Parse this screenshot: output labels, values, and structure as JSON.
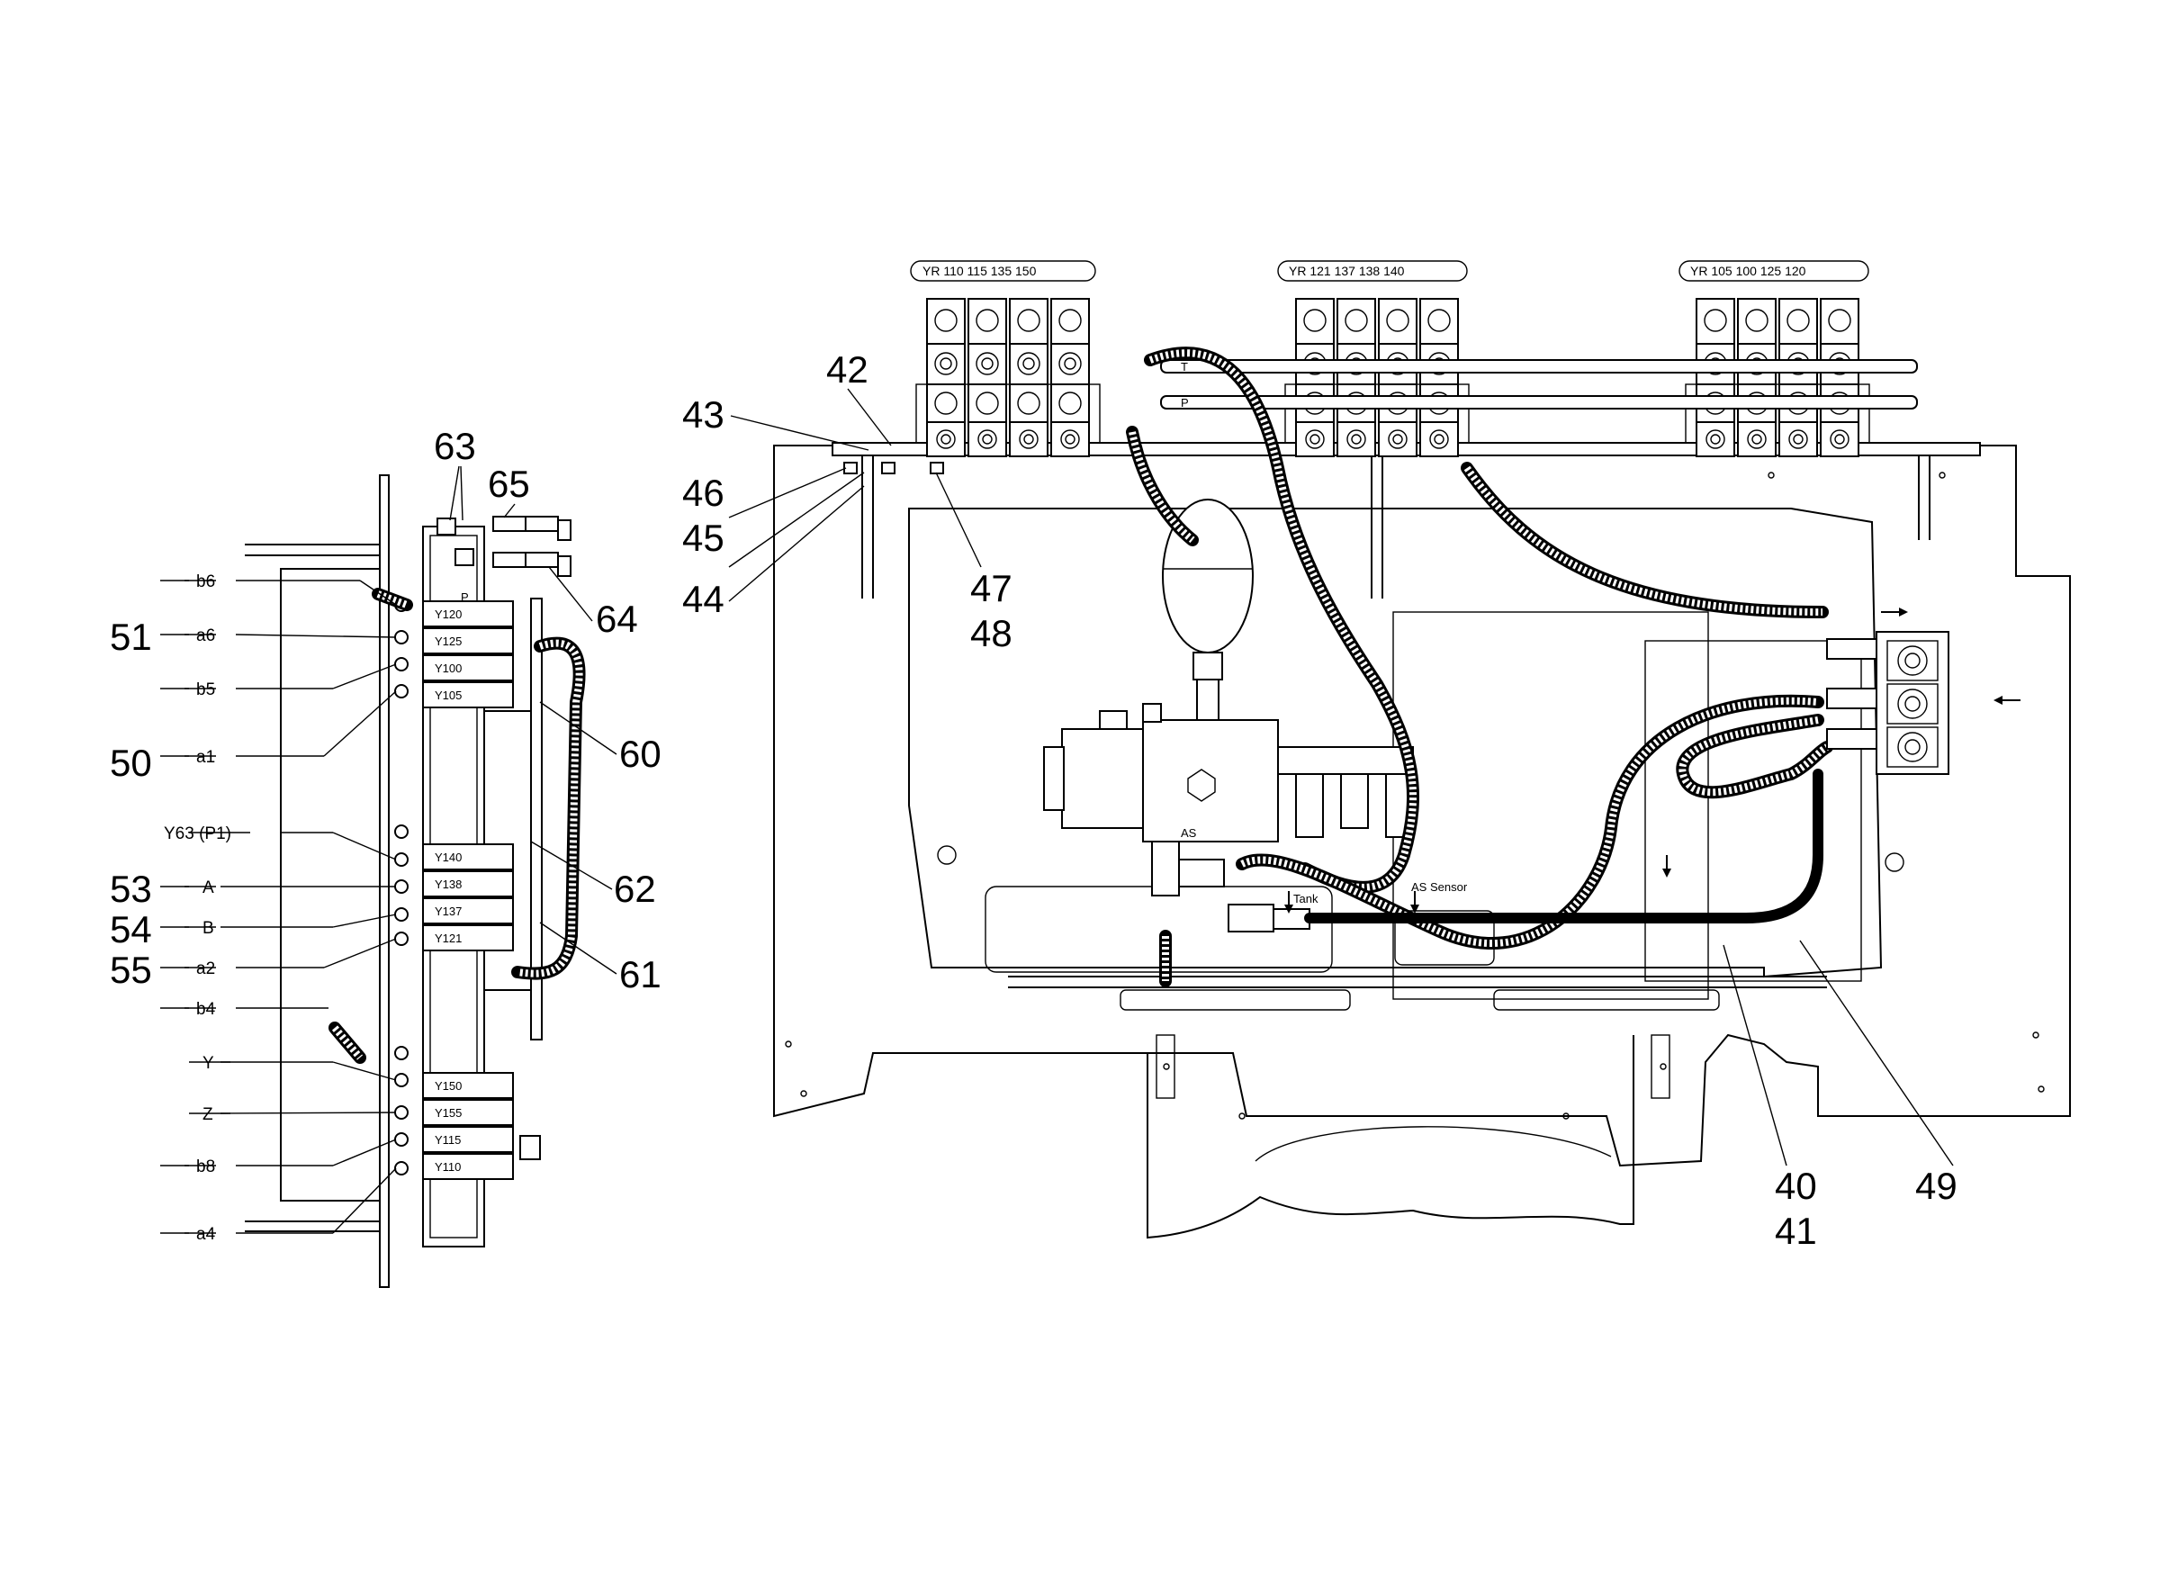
{
  "left_view": {
    "callouts": [
      "63",
      "65",
      "64",
      "60",
      "62",
      "61",
      "51",
      "50",
      "53",
      "54",
      "55"
    ],
    "port_labels": [
      "b6",
      "a6",
      "b5",
      "a1",
      "Y63 (P1)",
      "A",
      "B",
      "a2",
      "b4",
      "Y",
      "Z",
      "b8",
      "a4"
    ],
    "valve_tags": [
      "Y120",
      "Y125",
      "Y100",
      "Y105",
      "Y140",
      "Y138",
      "Y137",
      "Y121",
      "Y150",
      "Y155",
      "Y115",
      "Y110"
    ],
    "small_marks": [
      "P"
    ]
  },
  "right_view": {
    "yr_groups": [
      "YR 110  115  135  150",
      "YR 121  137  138  140",
      "YR 105  100  125  120"
    ],
    "callouts": [
      "42",
      "43",
      "46",
      "45",
      "44",
      "47",
      "48",
      "49",
      "40",
      "41"
    ],
    "small_labels": [
      "T",
      "P",
      "AS",
      "Tank",
      "AS Sensor"
    ]
  }
}
